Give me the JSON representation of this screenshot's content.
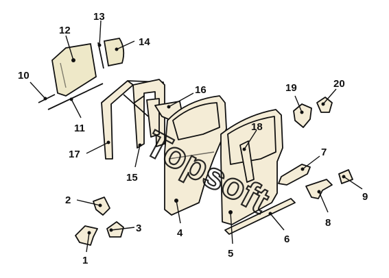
{
  "diagram": {
    "callouts": [
      "1",
      "2",
      "3",
      "4",
      "5",
      "6",
      "7",
      "8",
      "9",
      "10",
      "11",
      "12",
      "13",
      "14",
      "15",
      "16",
      "17",
      "18",
      "19",
      "20"
    ],
    "watermark": "Topsoft"
  }
}
